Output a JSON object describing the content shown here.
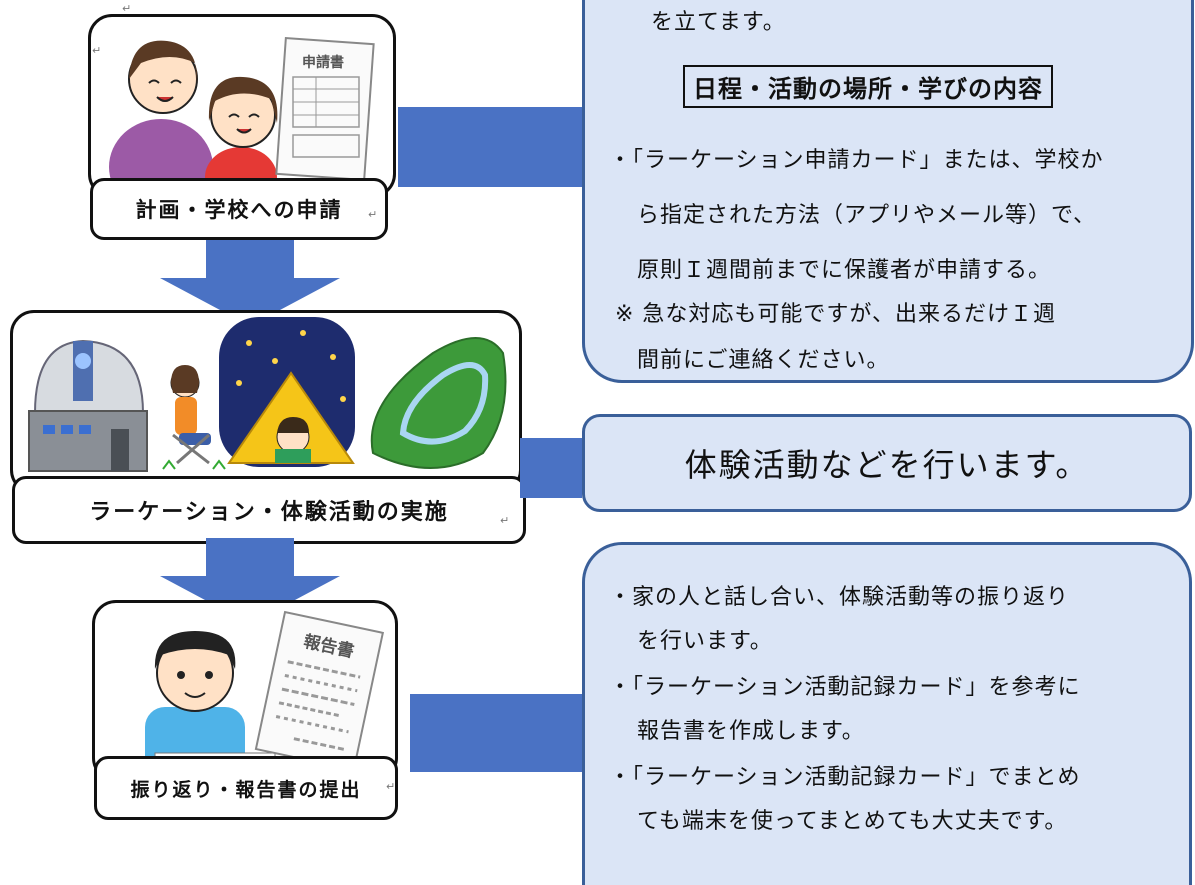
{
  "steps": [
    {
      "label": "計画・学校への申請"
    },
    {
      "label": "ラーケーション・体験活動の実施"
    },
    {
      "label": "振り返り・報告書の提出"
    }
  ],
  "illustrations": {
    "application_form_title": "申請書",
    "report_title": "報告書"
  },
  "panel1": {
    "top_text": "を立てます。",
    "boxed_heading": "日程・活動の場所・学びの内容",
    "lines": [
      "・「ラーケーション申請カード」または、学校か",
      "ら指定された方法（アプリやメール等）で、",
      "原則Ｉ週間前までに保護者が申請する。",
      "※ 急な対応も可能ですが、出来るだけＩ週",
      "間前にご連絡ください。"
    ]
  },
  "panel2": {
    "text": "体験活動などを行います。"
  },
  "panel3": {
    "lines": [
      "・家の人と話し合い、体験活動等の振り返り",
      "を行います。",
      "・「ラーケーション活動記録カード」を参考に",
      "報告書を作成します。",
      "・「ラーケーション活動記録カード」でまとめ",
      "ても端末を使ってまとめても大丈夫です。"
    ]
  },
  "marks": {
    "return": "↵"
  },
  "colors": {
    "arrow": "#4a72c4",
    "panel_bg": "#dbe5f6",
    "panel_border": "#3a5f99"
  }
}
